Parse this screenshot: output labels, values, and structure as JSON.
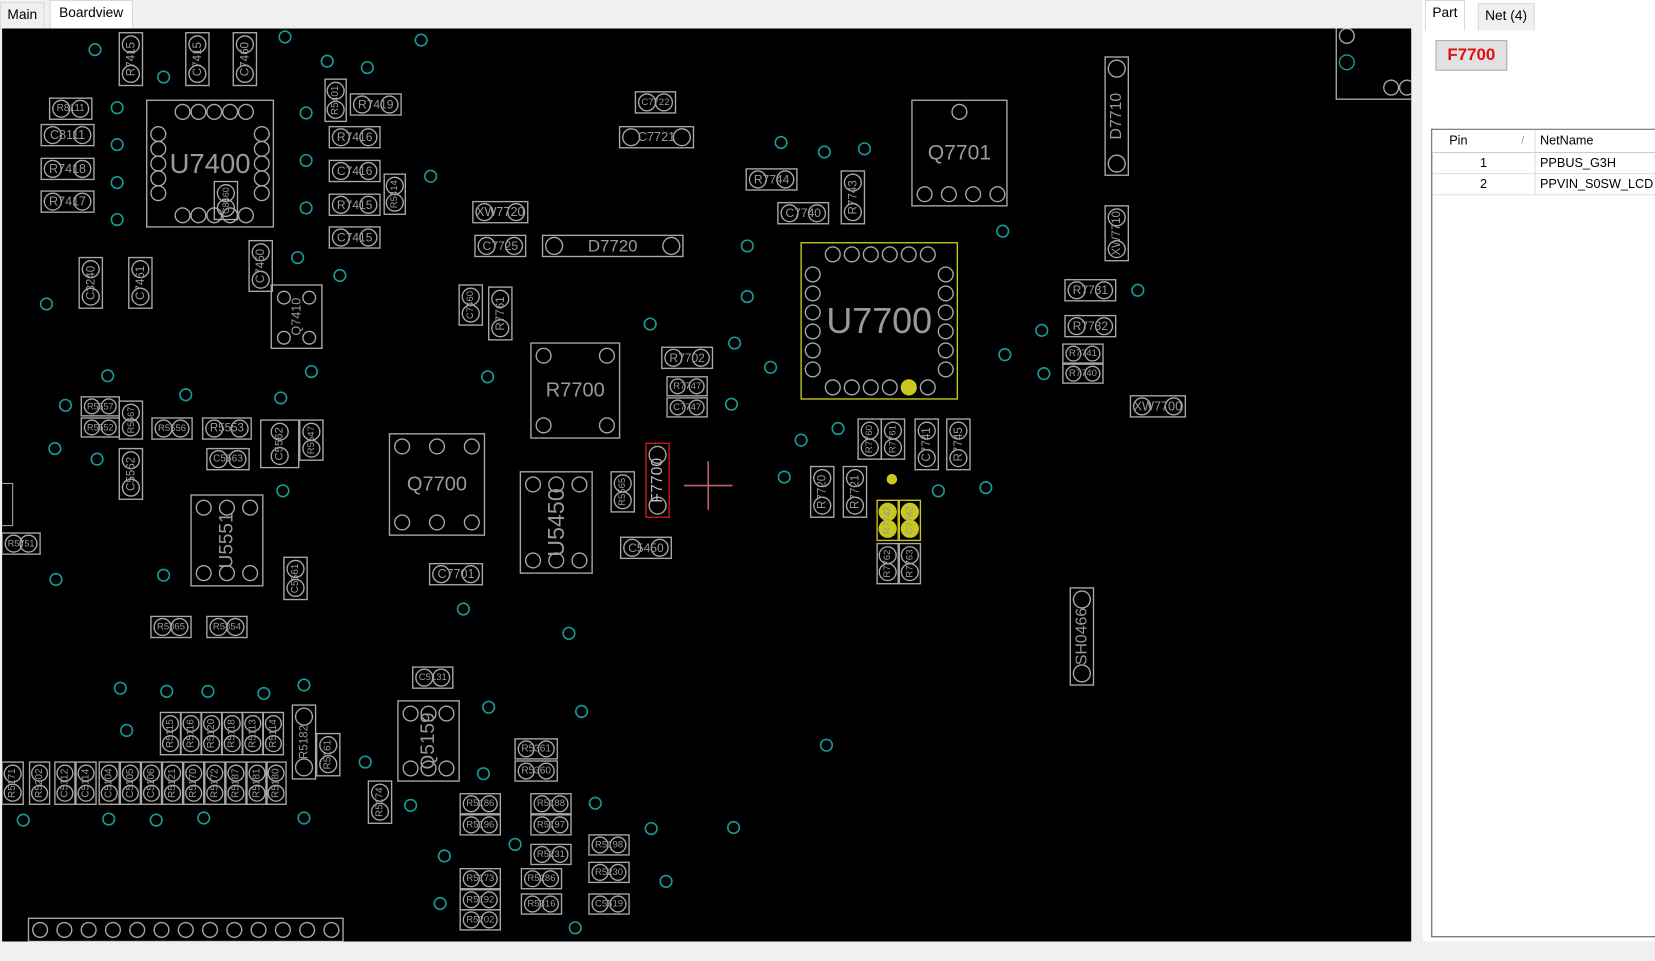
{
  "tabs": {
    "main": "Main",
    "boardview": "Boardview"
  },
  "panel": {
    "tabs": {
      "part": "Part",
      "net": "Net (4)"
    },
    "selected_part": "F7700",
    "table": {
      "headers": {
        "pin": "Pin",
        "sort_indicator": "/",
        "netname": "NetName"
      },
      "rows": [
        {
          "pin": "1",
          "net": "PPBUS_G3H"
        },
        {
          "pin": "2",
          "net": "PPVIN_S0SW_LCD"
        }
      ]
    }
  },
  "board": {
    "colors": {
      "outline": "#a8a8a8",
      "via": "#1a9a9a",
      "highlight": "#c8c81e",
      "selected": "#d01818",
      "cursor": "#c06070"
    },
    "parts": [
      "R8111",
      "C8111",
      "R7418",
      "R7417",
      "R7419",
      "R7416",
      "C7416",
      "R7415",
      "C7415",
      "C7722",
      "C7721",
      "XW7720",
      "C7725",
      "D7720",
      "R7744",
      "C7740",
      "R7702",
      "R7747",
      "C7747",
      "R5553",
      "R5556",
      "C5563",
      "R5557",
      "R5552",
      "C5450",
      "C7701",
      "R5865",
      "R5854",
      "C5131",
      "R5361",
      "R5360",
      "R5186",
      "R5196",
      "R5188",
      "R5197",
      "R5231",
      "R5198",
      "R5230",
      "C5519",
      "R5173",
      "R5192",
      "R5202",
      "R5286",
      "R5316",
      "R7731",
      "R7732",
      "R7741",
      "R7740",
      "XW7700",
      "R5751",
      "R7415",
      "C7415",
      "C7460",
      "R5401",
      "R5414",
      "C8460",
      "C3240",
      "C7461",
      "C7450",
      "Q7410",
      "C7460",
      "R7761",
      "R7743",
      "D7710",
      "XW7710",
      "R5567",
      "C5562",
      "C5562",
      "R5547",
      "R5565",
      "F7700",
      "R7760",
      "R7761",
      "C7741",
      "R7745",
      "R7720",
      "R7721",
      "R7742",
      "C7742",
      "R7762",
      "R7763",
      "C5561",
      "SH0466",
      "R5174",
      "R5182",
      "R5161",
      "R5115",
      "R5116",
      "R5120",
      "R5118",
      "R5113",
      "R5114",
      "R5171",
      "R5202",
      "C5112",
      "C5114",
      "C5104",
      "C5105",
      "C5106",
      "R5121",
      "R5170",
      "R5172",
      "R5187",
      "R5181",
      "R5180",
      "U7400",
      "Q7701",
      "U7700",
      "R7700",
      "Q7700",
      "U5450",
      "U5551",
      "Q5159"
    ]
  }
}
